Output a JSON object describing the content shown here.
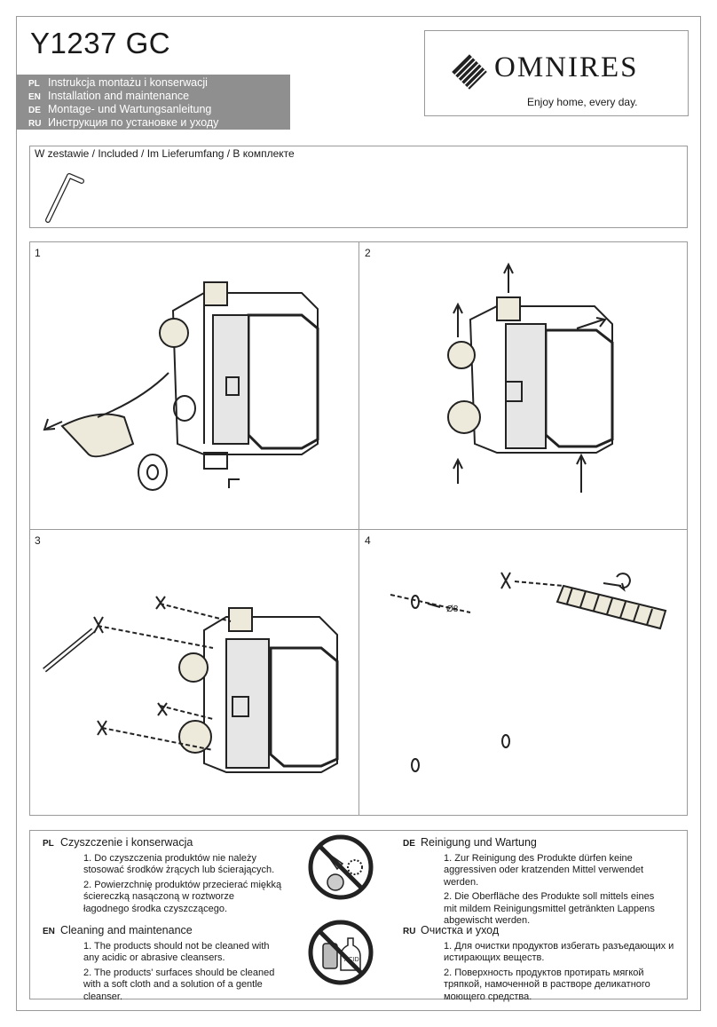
{
  "document": {
    "model": "Y1237 GC",
    "languages": [
      {
        "code": "PL",
        "title": "Instrukcja montażu i konserwacji"
      },
      {
        "code": "EN",
        "title": "Installation and maintenance"
      },
      {
        "code": "DE",
        "title": "Montage- und Wartungsanleitung"
      },
      {
        "code": "RU",
        "title": "Инструкция по установке и уходу"
      }
    ]
  },
  "brand": {
    "name": "OMNIRES",
    "slogan": "Enjoy home, every day."
  },
  "included": {
    "label": "W zestawie / Included / Im Lieferumfang / В комплекте",
    "item_icon": "hex-key-icon"
  },
  "steps": [
    {
      "number": "1"
    },
    {
      "number": "2"
    },
    {
      "number": "3"
    },
    {
      "number": "4",
      "drill_label": "Ø8"
    }
  ],
  "care": {
    "pl": {
      "code": "PL",
      "heading": "Czyszczenie i konserwacja",
      "items": [
        "1. Do czyszczenia produktów nie należy stosować środków żrących lub ścierających.",
        "2. Powierzchnię produktów przecierać miękką ściereczką nasączoną w roztworze łagodnego środka czyszczącego."
      ]
    },
    "en": {
      "code": "EN",
      "heading": "Cleaning and maintenance",
      "items": [
        "1. The products should not be cleaned with any acidic or abrasive cleansers.",
        "2. The products' surfaces should be cleaned with a soft cloth and a solution of a gentle cleanser."
      ]
    },
    "de": {
      "code": "DE",
      "heading": "Reinigung und Wartung",
      "items": [
        "1. Zur Reinigung des Produkte dürfen keine aggressiven oder kratzenden Mittel verwendet werden.",
        "2. Die Oberfläche des Produkte soll mittels eines mit mildem Reinigungsmittel getränkten Lappens abgewischt werden."
      ]
    },
    "ru": {
      "code": "RU",
      "heading": "Очистка и уход",
      "items": [
        "1. Для очистки продуктов избегать разъедающих и истирающих веществ.",
        "2. Поверхность продуктов протирать мягкой тряпкой, намоченной в растворе деликатного моющего средства."
      ]
    },
    "prohibit_icon_1": "no-abrasive-tools-icon",
    "prohibit_icon_2": "no-acid-cleaners-icon",
    "acid_label": "ACID"
  }
}
